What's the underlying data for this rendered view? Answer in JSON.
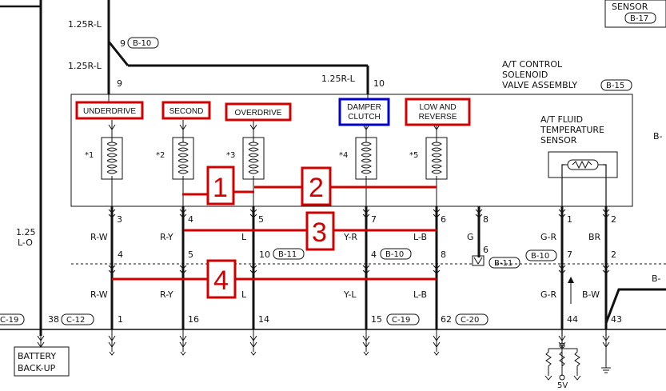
{
  "top_right": {
    "sensor": "SENSOR",
    "connector": "B-17"
  },
  "assembly": {
    "title_lines": [
      "A/T CONTROL",
      "SOLENOID",
      "VALVE ASSEMBLY"
    ],
    "connector": "B-15"
  },
  "fluid_sensor": {
    "lines": [
      "A/T FLUID",
      "TEMPERATURE",
      "SENSOR"
    ]
  },
  "power": {
    "wire_top": "1.25R-L",
    "wire_mid": "1.25R-L",
    "splice_pin": "9",
    "splice_connector": "B-10",
    "pin_9": "9",
    "wire_10": "1.25R-L",
    "pin_10": "10"
  },
  "solenoids": [
    {
      "label": "UNDERDRIVE",
      "star": "*1",
      "color": "#d00000"
    },
    {
      "label": "SECOND",
      "star": "*2",
      "color": "#d00000"
    },
    {
      "label": "OVERDRIVE",
      "star": "*3",
      "color": "#d00000"
    },
    {
      "label": "DAMPER\nCLUTCH",
      "star": "*4",
      "color": "#0000cc"
    },
    {
      "label": "LOW AND\nREVERSE",
      "star": "*5",
      "color": "#d00000"
    }
  ],
  "annotations": [
    "1",
    "2",
    "3",
    "4"
  ],
  "left_wire": {
    "gauge": "1.25",
    "color": "L-O"
  },
  "row_b15_pins": [
    "3",
    "4",
    "5",
    "7",
    "6",
    "8",
    "1",
    "2"
  ],
  "row1_colors": [
    "R-W",
    "R-Y",
    "L",
    "Y-R",
    "L-B",
    "G",
    "G-R",
    "BR"
  ],
  "row_mid_pins": [
    "4",
    "5",
    "10",
    "4",
    "8",
    "6",
    "7",
    "2"
  ],
  "mid_connectors": {
    "b11_a": "B-11",
    "b10_a": "B-10",
    "b11_b": "B-11",
    "b10_b": "B-10",
    "right_b": "B-"
  },
  "row2_colors": [
    "R-W",
    "R-Y",
    "L",
    "Y-L",
    "L-B",
    "G-R",
    "B-W"
  ],
  "ecu_pins": [
    "38",
    "1",
    "16",
    "14",
    "15",
    "62",
    "44",
    "43"
  ],
  "ecu_connectors": {
    "c12": "C-12",
    "c19": "C-19",
    "c20": "C-20",
    "c19_left": "C-19"
  },
  "battery": [
    "BATTERY",
    "BACK-UP"
  ],
  "voltage": "5V",
  "right_edge": "B-"
}
